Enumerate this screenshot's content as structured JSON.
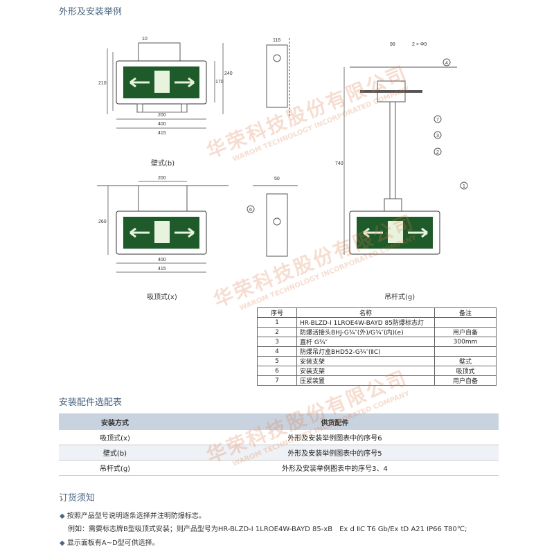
{
  "section1_title": "外形及安装举例",
  "section2_title": "安装配件选配表",
  "section3_title": "订货须知",
  "captions": {
    "wall": "壁式(b)",
    "ceiling": "吸顶式(x)",
    "pendant": "吊杆式(g)"
  },
  "dims": {
    "wall": [
      "10",
      "210",
      "240",
      "170",
      "200",
      "400",
      "415"
    ],
    "wall_side": "116",
    "ceiling": [
      "200",
      "260",
      "400",
      "415"
    ],
    "ceiling_side": "50",
    "ceiling_callout": "6",
    "pendant": [
      "98",
      "2 × Φ9",
      "740"
    ],
    "callouts": [
      "4",
      "7",
      "3",
      "2",
      "1"
    ]
  },
  "parts_table": {
    "headers": [
      "序号",
      "名称",
      "备注"
    ],
    "rows": [
      [
        "1",
        "HR-BLZD-Ⅰ 1LROE4W-BAYD 85防爆标志灯",
        ""
      ],
      [
        "2",
        "防爆活接头BHJ-G¾″(外)/G¾″(内)(e)",
        "用户自备"
      ],
      [
        "3",
        "直杆 G¾″",
        "300mm"
      ],
      [
        "4",
        "防爆吊灯盒BHD52-G¾″(ⅡC)",
        ""
      ],
      [
        "5",
        "安装支架",
        "壁式"
      ],
      [
        "6",
        "安装支架",
        "吸顶式"
      ],
      [
        "7",
        "压紧装置",
        "用户自备"
      ]
    ]
  },
  "accessory_table": {
    "headers": [
      "安装方式",
      "供货配件"
    ],
    "rows": [
      [
        "吸顶式(x)",
        "外形及安装举例图表中的序号6"
      ],
      [
        "壁式(b)",
        "外形及安装举例图表中的序号5"
      ],
      [
        "吊杆式(g)",
        "外形及安装举例图表中的序号3、4"
      ]
    ]
  },
  "notes": [
    "按照产品型号说明逐条选择并注明防爆标志。",
    "例如：需要标志牌B型吸顶式安装；则产品型号为HR-BLZD-Ⅰ 1LROE4W-BAYD 85-xB　Ex d ⅡC T6 Gb/Ex tD A21 IP66 T80℃;",
    "显示面板有A~D型可供选择。"
  ],
  "watermark": {
    "cn": "华荣科技股份有限公司",
    "en": "WAROM TECHNOLOGY INCORPORATED COMPANY"
  },
  "colors": {
    "panel": "#1f5a2a",
    "heading": "#4b6580",
    "table_header": "#c9d3df"
  }
}
